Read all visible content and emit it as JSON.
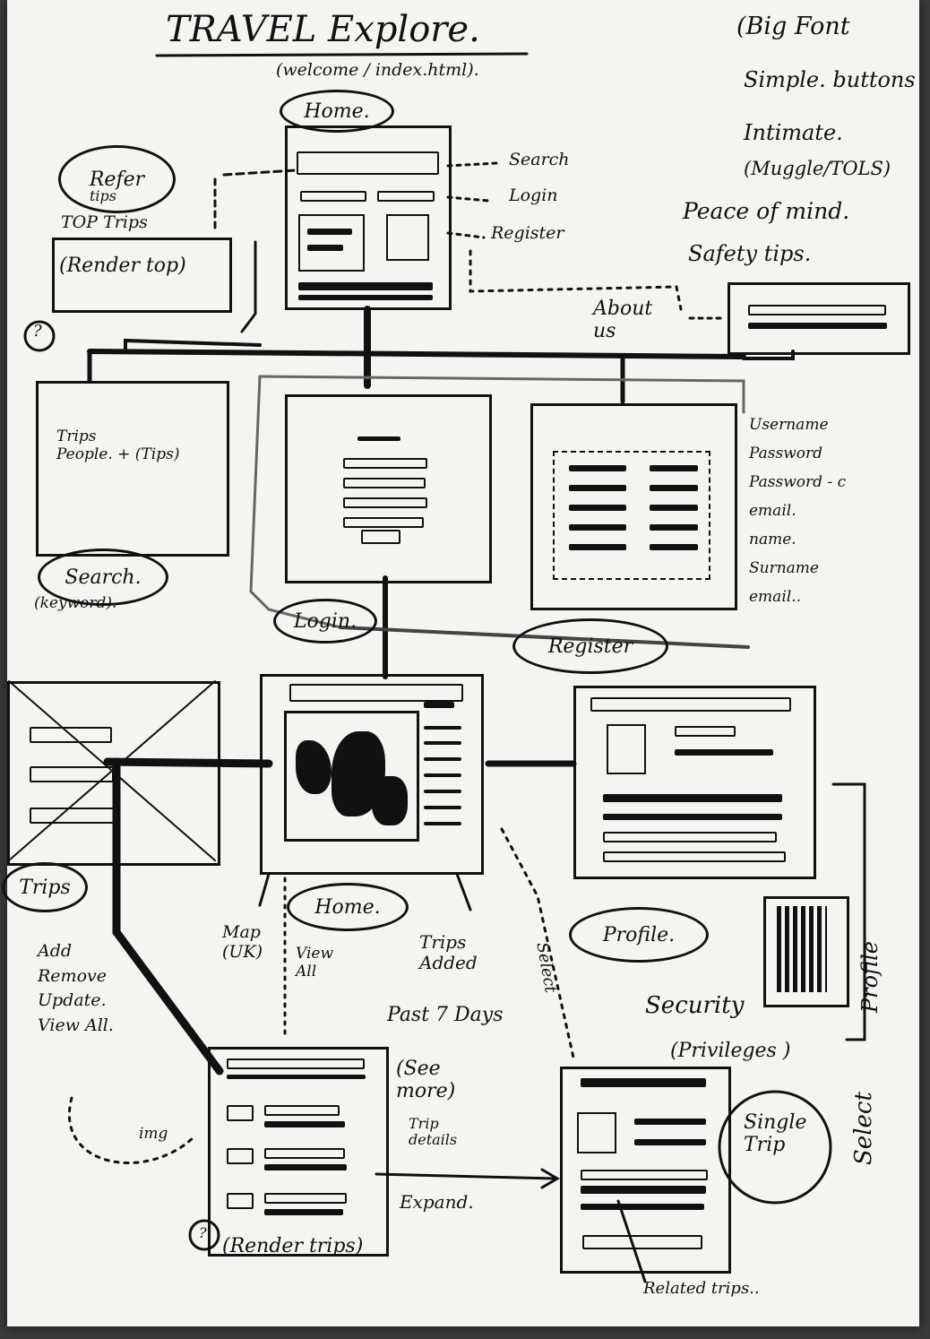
{
  "title": "TRAVEL Explore.",
  "subtitle": "(welcome / index.html).",
  "notes": {
    "big_font": "(Big Font",
    "simple_buttons": "Simple. buttons",
    "intimate": "Intimate.",
    "muggle": "(Muggle/TOLS)",
    "peace": "Peace of mind.",
    "safety": "Safety tips."
  },
  "home_links": [
    "Search",
    "Login",
    "Register"
  ],
  "about_us": "About us",
  "refer": {
    "oval": "Refer",
    "line1": "tips",
    "line2": "TOP Trips",
    "box": "(Render top)"
  },
  "search": {
    "oval": "Search.",
    "sub": "(keyword).",
    "content": "Trips\nPeople. + (Tips)"
  },
  "login_label": "Login.",
  "register_label": "Register",
  "register_fields": [
    "Username",
    "Password",
    "Password - c",
    "email.",
    "name.",
    "Surname",
    "email.."
  ],
  "home_labels": {
    "top": "Home.",
    "mid": "Home."
  },
  "trips_label": "Trips",
  "trips_actions": "Add\nRemove\nUpdate.\nView All.",
  "map_label": "Map\n(UK)",
  "view_all": "View\nAll",
  "trips_added": "Trips\nAdded",
  "past_days": "Past 7 Days",
  "profile_label": "Profile.",
  "security": "Security",
  "privileges": "(Privileges )",
  "select_trip": "Select",
  "profile_vertical": "Profile",
  "single_trip": "Single\nTrip",
  "see_more": "(See\nmore)",
  "trip_details": "Trip\ndetails",
  "expand": "Expand.",
  "img_label": "img",
  "render_trips": "(Render trips)",
  "circle_num": "?",
  "related_trips": "Related trips..",
  "select_label": "Select"
}
